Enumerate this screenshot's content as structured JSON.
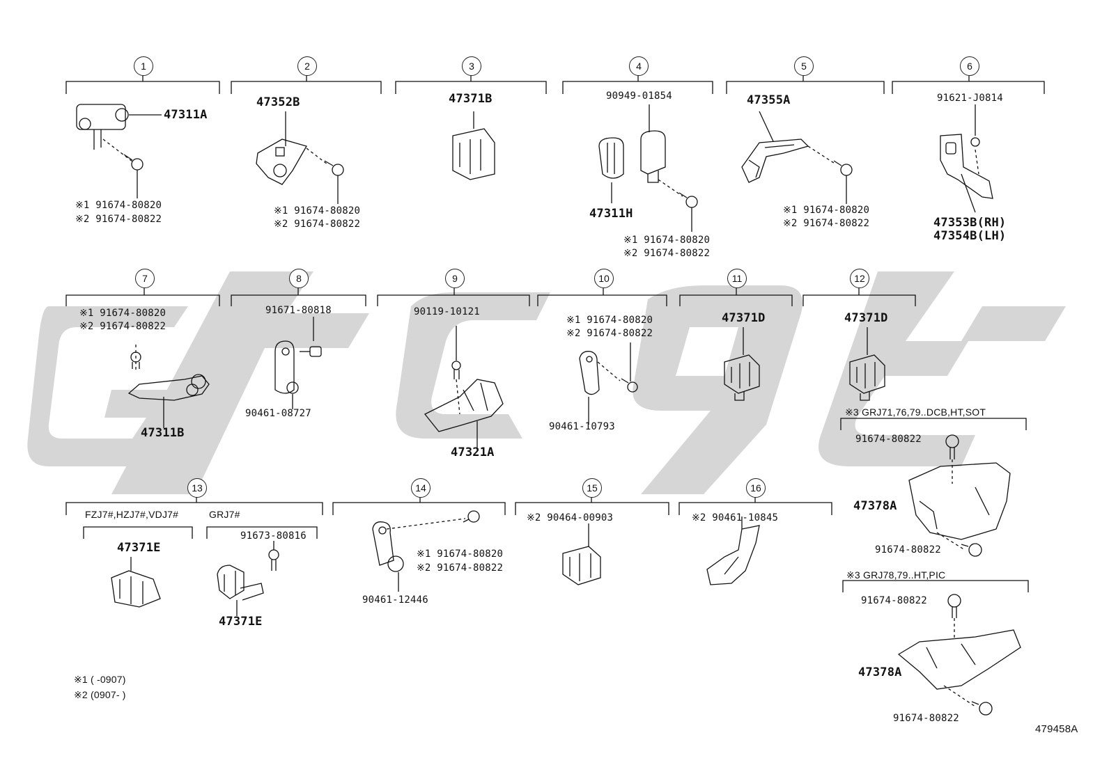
{
  "diagram_id": "479458A",
  "notes": {
    "n1": "※1 (     -0907)",
    "n2": "※2 (0907-     )"
  },
  "groups": [
    {
      "num": "1",
      "part": "47311A",
      "b1": "※1 91674-80820",
      "b2": "※2 91674-80822"
    },
    {
      "num": "2",
      "part": "47352B",
      "b1": "※1 91674-80820",
      "b2": "※2 91674-80822"
    },
    {
      "num": "3",
      "part": "47371B"
    },
    {
      "num": "4",
      "top": "90949-01854",
      "part": "47311H",
      "b1": "※1 91674-80820",
      "b2": "※2 91674-80822"
    },
    {
      "num": "5",
      "part": "47355A",
      "b1": "※1 91674-80820",
      "b2": "※2 91674-80822"
    },
    {
      "num": "6",
      "top": "91621-J0814",
      "part": "47353B(RH)",
      "part2": "47354B(LH)"
    },
    {
      "num": "7",
      "b1": "※1 91674-80820",
      "b2": "※2 91674-80822",
      "part": "47311B"
    },
    {
      "num": "8",
      "top": "91671-80818",
      "bottom": "90461-08727"
    },
    {
      "num": "9",
      "top": "90119-10121",
      "part": "47321A"
    },
    {
      "num": "10",
      "b1": "※1 91674-80820",
      "b2": "※2 91674-80822",
      "bottom": "90461-10793"
    },
    {
      "num": "11",
      "part": "47371D"
    },
    {
      "num": "12",
      "part": "47371D",
      "cond": "※3 GRJ71,76,79..DCB,HT,SOT",
      "top": "91674-80822",
      "part2": "47378A",
      "bottom": "91674-80822"
    },
    {
      "num": "13",
      "cond1": "FZJ7#,HZJ7#,VDJ7#",
      "cond2": "GRJ7#",
      "part": "47371E",
      "top": "91673-80816",
      "part2": "47371E"
    },
    {
      "num": "14",
      "b1": "※1 91674-80820",
      "b2": "※2 91674-80822",
      "bottom": "90461-12446"
    },
    {
      "num": "15",
      "top": "※2 90464-00903"
    },
    {
      "num": "16",
      "top": "※2 90461-10845"
    }
  ],
  "group12b": {
    "cond": "※3 GRJ78,79..HT,PIC",
    "top": "91674-80822",
    "part": "47378A",
    "bottom": "91674-80822"
  },
  "icons": [
    "watermark-logo",
    "bolt-icon",
    "clip-icon",
    "bracket-icon",
    "clamp-icon"
  ],
  "colors": {
    "ink": "#111111",
    "watermark": "#cfcfcf"
  }
}
